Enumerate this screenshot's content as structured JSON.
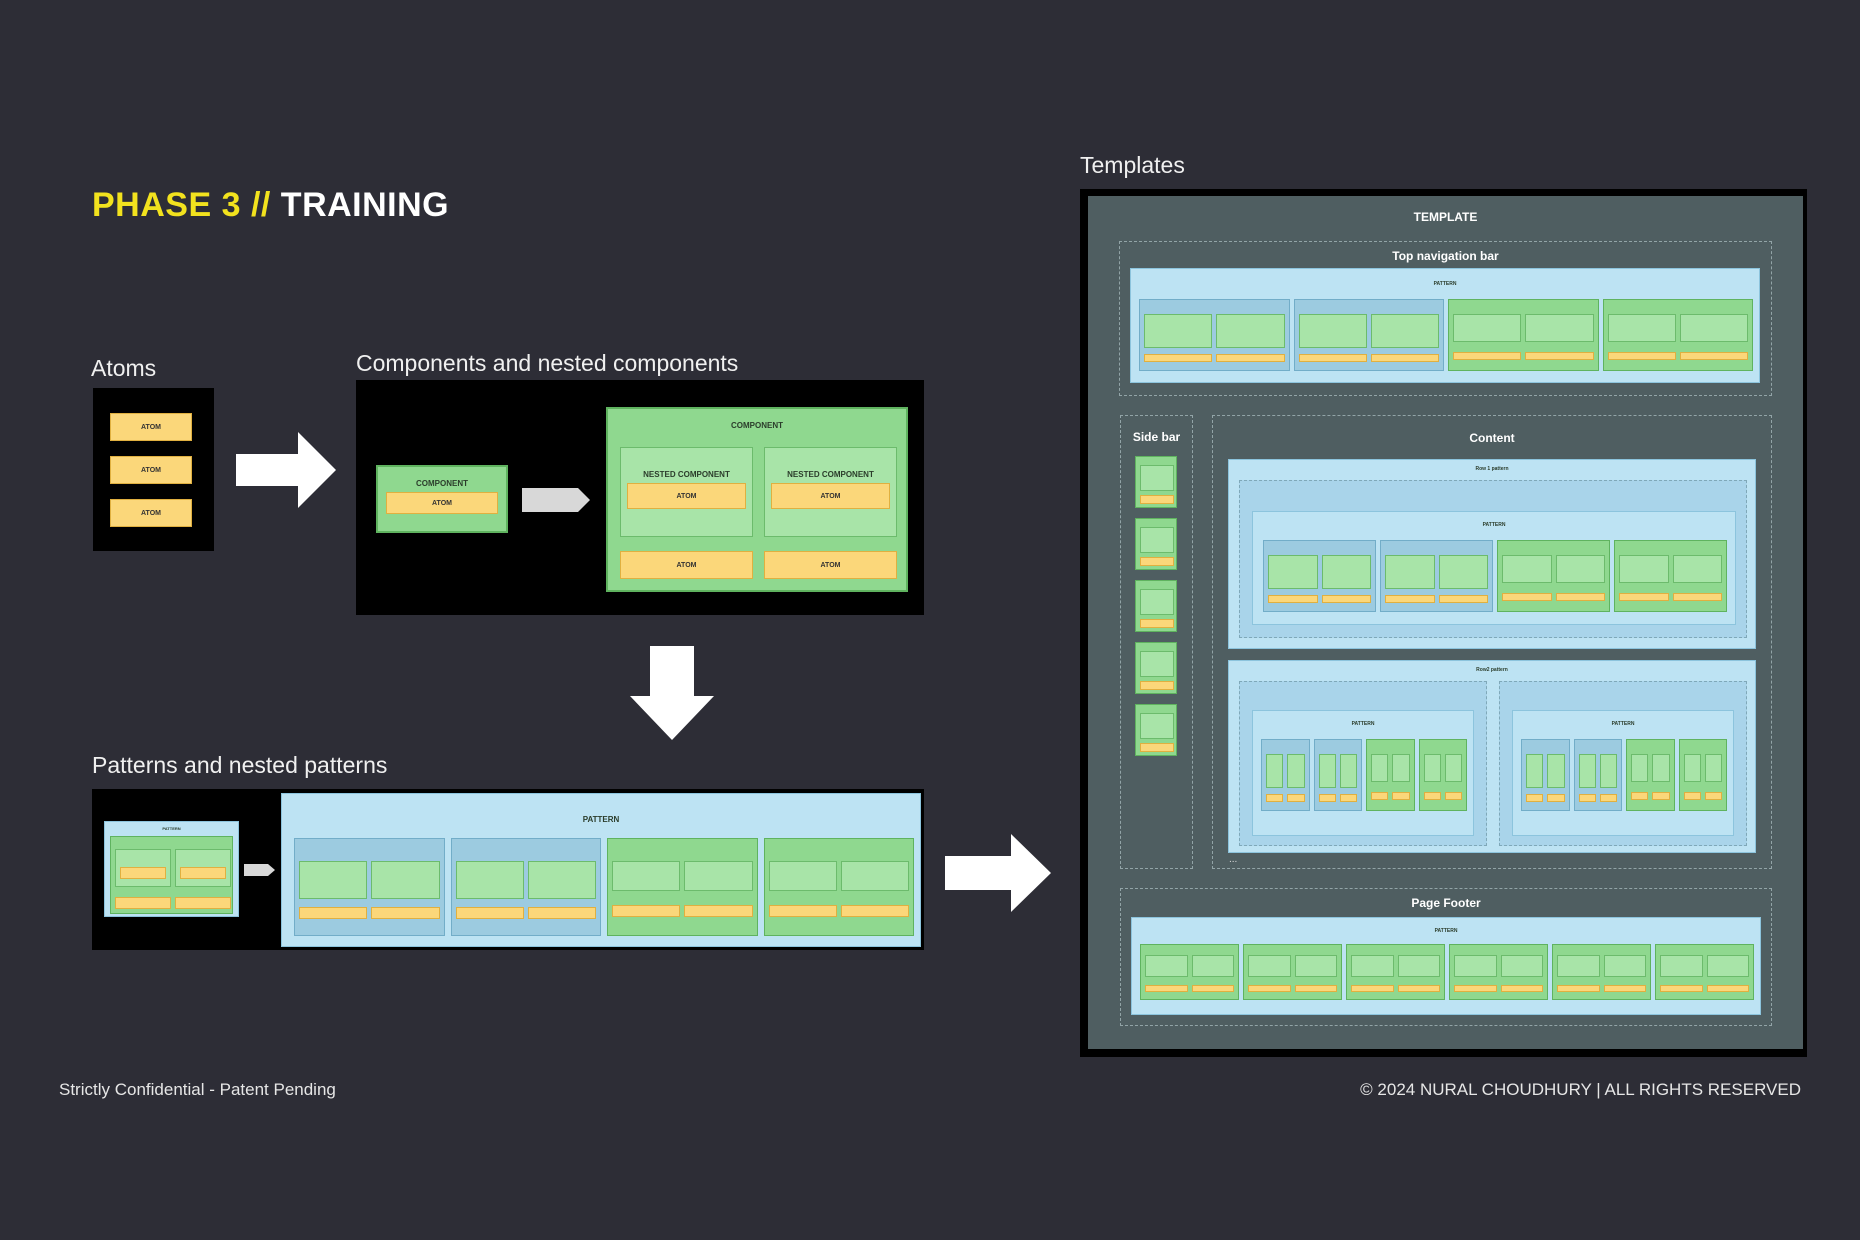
{
  "title": {
    "highlight": "PHASE 3 //",
    "rest": "TRAINING"
  },
  "sections": {
    "atoms": "Atoms",
    "components": "Components and nested components",
    "patterns": "Patterns and nested patterns",
    "templates": "Templates"
  },
  "labels": {
    "atom": "ATOM",
    "component": "COMPONENT",
    "nested_component": "NESTED COMPONENT",
    "pattern": "PATTERN"
  },
  "template": {
    "title": "TEMPLATE",
    "top_nav": "Top navigation bar",
    "pattern": "PATTERN",
    "sidebar": "Side bar",
    "content": "Content",
    "row1": "Row 1 pattern",
    "row2": "Row2 pattern",
    "ellipsis": "...",
    "footer": "Page Footer"
  },
  "footer": {
    "left": "Strictly Confidential - Patent Pending",
    "right": "© 2024 NURAL CHOUDHURY | ALL RIGHTS RESERVED"
  },
  "colors": {
    "background": "#2d2d36",
    "highlight": "#f2e21e",
    "atom": "#fbd77a",
    "component": "#8fd88f",
    "pattern": "#bde3f3",
    "template": "#4f5e61"
  }
}
